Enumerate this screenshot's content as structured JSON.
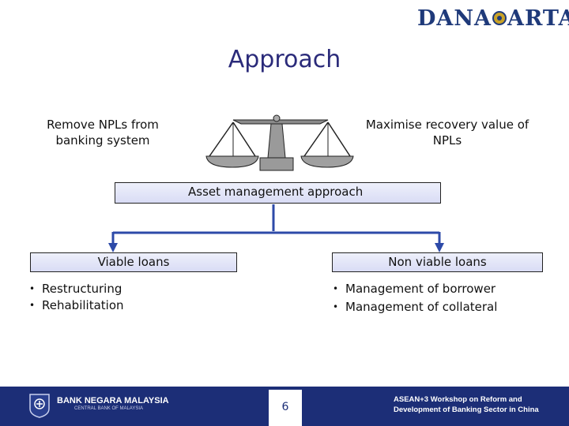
{
  "logo": {
    "text_left": "DANA",
    "text_right": "ARTA"
  },
  "title": "Approach",
  "goals": {
    "left": "Remove NPLs from banking system",
    "right": "Maximise recovery value of NPLs"
  },
  "asset_box": "Asset management approach",
  "branches": {
    "viable": {
      "label": "Viable loans",
      "items": [
        "Restructuring",
        "Rehabilitation"
      ]
    },
    "non_viable": {
      "label": "Non viable loans",
      "items": [
        "Management of borrower",
        "Management of collateral"
      ]
    }
  },
  "bullet": "•",
  "footer": {
    "bank_name": "BANK NEGARA MALAYSIA",
    "bank_sub": "CENTRAL BANK OF MALAYSIA",
    "page_number": "6",
    "workshop_line1": "ASEAN+3 Workshop on Reform and",
    "workshop_line2": "Development of Banking Sector in China"
  },
  "colors": {
    "title": "#2b2b7a",
    "footer": "#1c2e77",
    "arrow": "#2d4aa8",
    "logo": "#1f3a7a"
  }
}
